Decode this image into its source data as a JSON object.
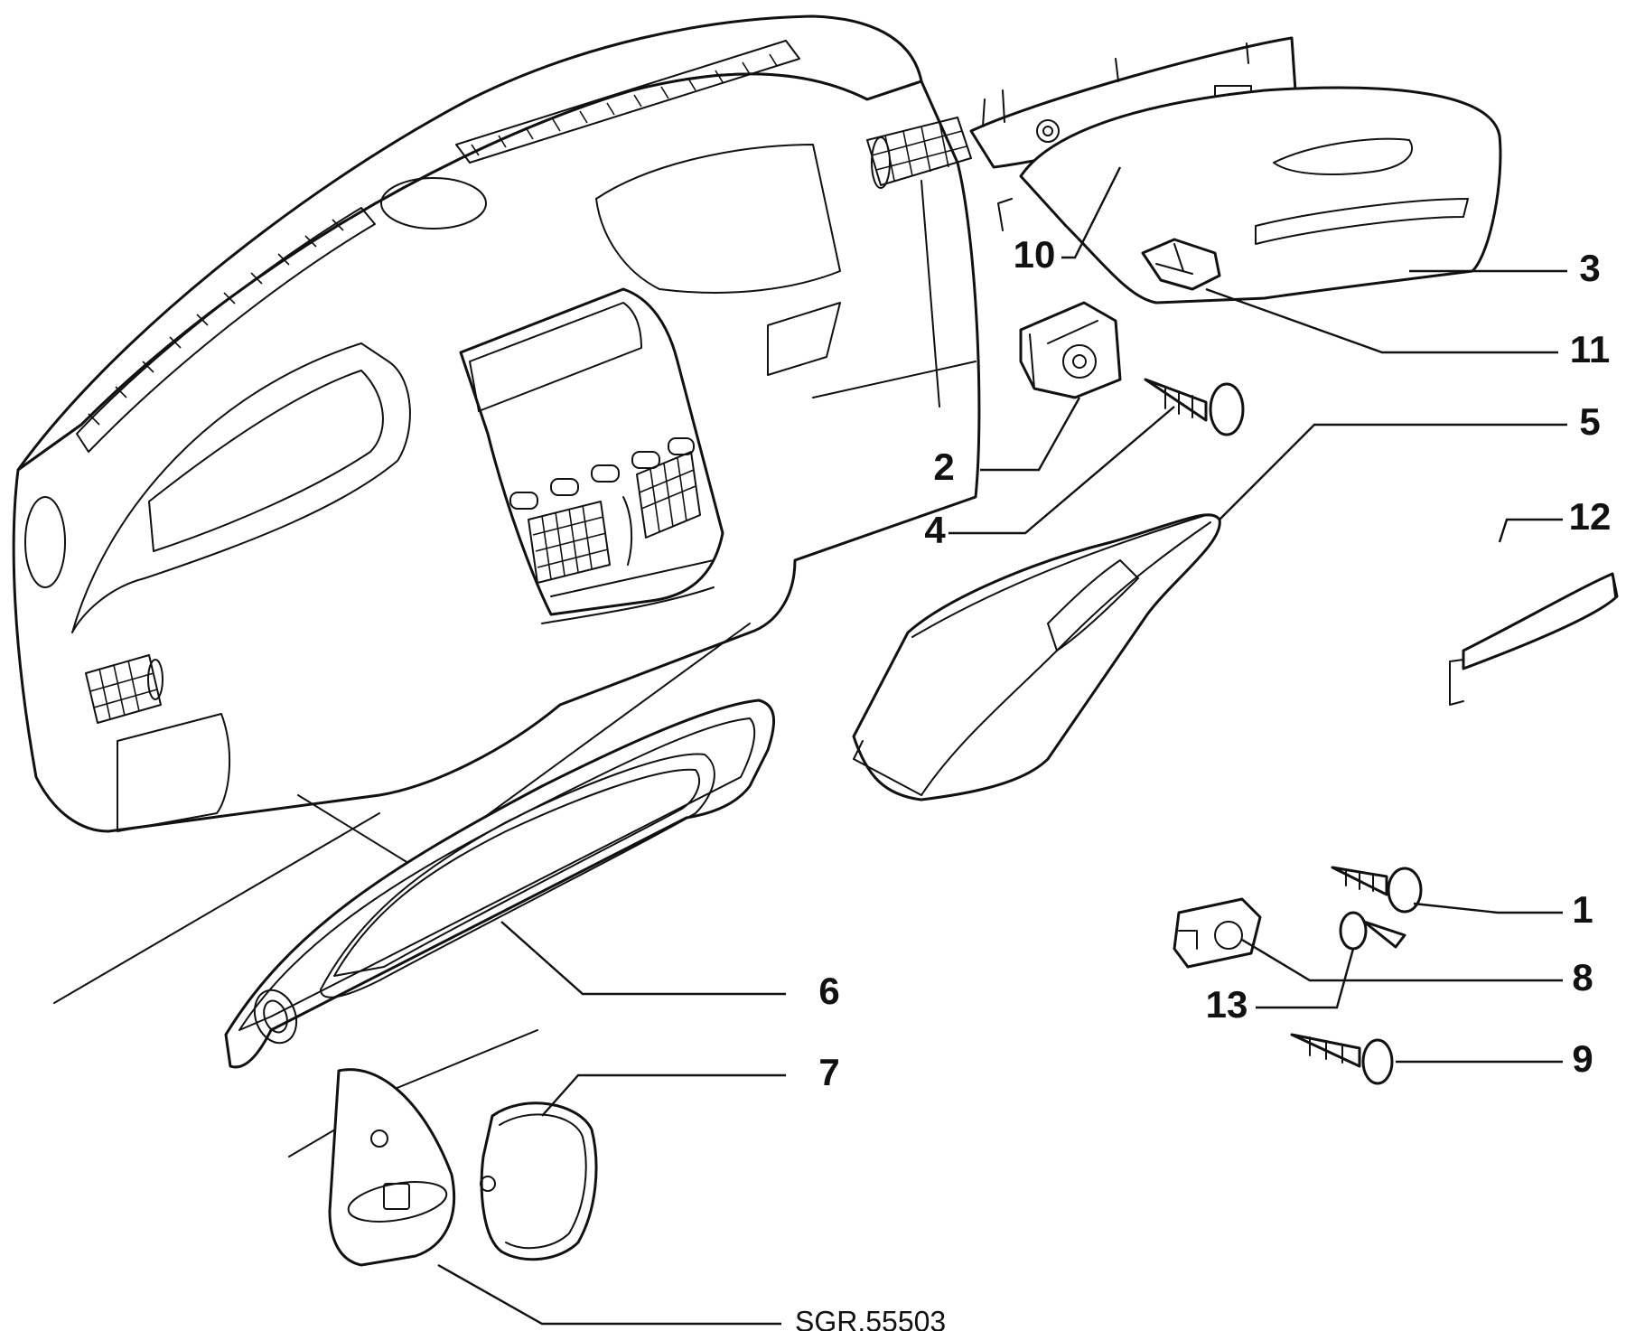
{
  "diagram": {
    "callouts": [
      {
        "id": "c1",
        "label": "1"
      },
      {
        "id": "c2",
        "label": "2"
      },
      {
        "id": "c3",
        "label": "3"
      },
      {
        "id": "c4",
        "label": "4"
      },
      {
        "id": "c5",
        "label": "5"
      },
      {
        "id": "c6",
        "label": "6"
      },
      {
        "id": "c7",
        "label": "7"
      },
      {
        "id": "c8",
        "label": "8"
      },
      {
        "id": "c9",
        "label": "9"
      },
      {
        "id": "c10",
        "label": "10"
      },
      {
        "id": "c11",
        "label": "11"
      },
      {
        "id": "c12",
        "label": "12"
      },
      {
        "id": "c13",
        "label": "13"
      }
    ],
    "reference_code": "SGR.55503"
  }
}
